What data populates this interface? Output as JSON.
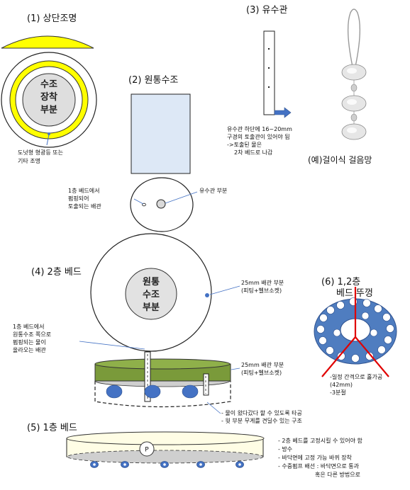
{
  "sections": {
    "s1_title": "(1) 상단조명",
    "s2_title": "(2) 원통수조",
    "s3_title": "(3) 유수관",
    "s4_title": "(4) 2층 베드",
    "s5_title": "(5) 1층 베드",
    "s6_title_line1": "(6) 1,2층",
    "s6_title_line2": "베드 뚜껑"
  },
  "s1": {
    "center_lines": [
      "수조",
      "장착",
      "부분"
    ],
    "lamp_note_line1": "도넛형 형광등 또는",
    "lamp_note_line2": "기타 조명"
  },
  "s2": {
    "left_note_lines": [
      "1층 베드에서",
      "펌핑되어",
      "토출되는 배관"
    ],
    "right_note": "유수관 부분"
  },
  "s3": {
    "note_lines": [
      "유수관 하단에 16~20mm",
      "구경의 토출관이 있어야 됨",
      "->토출된 물은",
      "2차 베드로 나감"
    ],
    "example_label": "(예)걸이식 걸음망"
  },
  "s4": {
    "center_lines": [
      "원통",
      "수조",
      "부분"
    ],
    "pipe_note_top_line1": "25mm 배관 부분",
    "pipe_note_top_line2": "(피팅+벨브소켓)",
    "left_note_lines": [
      "1층 베드에서",
      "원통수조 쪽으로",
      "펌핑되는 물이",
      "올라오는 배관"
    ],
    "pipe_note_mid_line1": "25mm 배관 부분",
    "pipe_note_mid_line2": "(피팅+벨브소켓)",
    "bottom_note_line1": "- 물이 왔다갔다 할 수 있도록 타공",
    "bottom_note_line2": "- 윗 부분 무게를 견딜수 있는 구조"
  },
  "s5": {
    "pump_label": "P",
    "notes": [
      "- 2층 베드를 고정시킬 수 있어야 함",
      "- 방수",
      "- 바닥면에 고정 가능 바퀴 장착",
      "- 수중펌프 배선 : 바닥면으로 통과",
      "혹은 다른 방법으로"
    ]
  },
  "s6": {
    "note_lines": [
      "-일정 간격으로 홀가공",
      "(42mm)",
      "-3분절"
    ]
  },
  "colors": {
    "lamp_yellow": "#FFFF00",
    "tank_blue": "#DDE8F6",
    "lid_blue": "#4F7DC0",
    "bed_green": "#7A9A3A",
    "bed_cream": "#FFFDE5",
    "hole_blue": "#4472C4",
    "divider_red": "#E00000"
  }
}
